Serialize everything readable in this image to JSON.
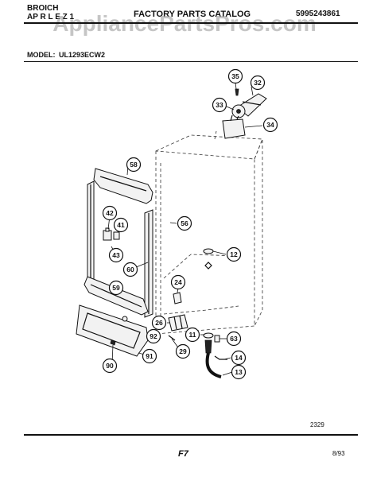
{
  "header": {
    "brand_line1": "BROICH",
    "brand_line2": "AP  R  L  E  Z  1",
    "catalog_title": "FACTORY PARTS CATALOG",
    "catalog_number": "5995243861"
  },
  "watermark": "AppliancePartsPros.com",
  "model": {
    "label": "MODEL:",
    "value": "UL1293ECW2"
  },
  "callouts": [
    "35",
    "32",
    "33",
    "34",
    "58",
    "42",
    "41",
    "56",
    "43",
    "60",
    "12",
    "24",
    "59",
    "26",
    "11",
    "63",
    "92",
    "29",
    "14",
    "90",
    "91",
    "13"
  ],
  "footer": {
    "drawing_number": "2329",
    "page_code": "F7",
    "date": "8/93"
  }
}
